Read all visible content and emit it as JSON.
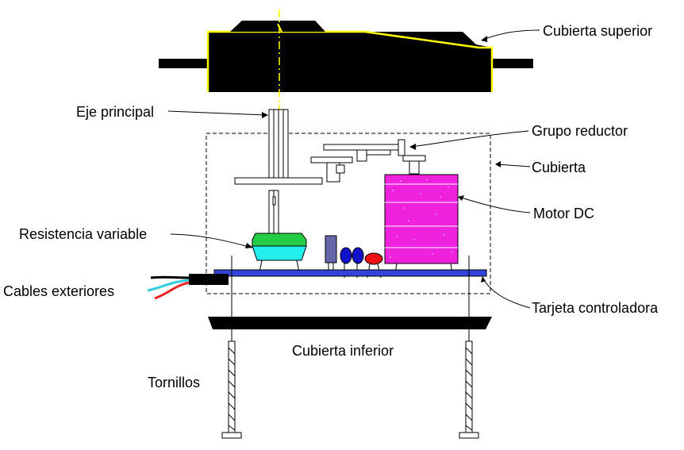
{
  "labels": {
    "top_cover": "Cubierta superior",
    "main_shaft": "Eje principal",
    "gear_group": "Grupo reductor",
    "cover": "Cubierta",
    "dc_motor": "Motor DC",
    "variable_resistor": "Resistencia variable",
    "external_cables": "Cables exteriores",
    "controller_board": "Tarjeta controladora",
    "bottom_cover": "Cubierta inferior",
    "screws": "Tornillos"
  },
  "colors": {
    "outline_highlight": "#ffff00",
    "motor": "#ee22dd",
    "board": "#3344dd",
    "potentiometer_top": "#22cc44",
    "potentiometer_body": "#22eeee",
    "capacitor_blue": "#1111cc",
    "capacitor_red": "#ee1111",
    "chip": "#6666aa",
    "wire_cyan": "#33ccdd",
    "wire_red": "#ee2222"
  }
}
